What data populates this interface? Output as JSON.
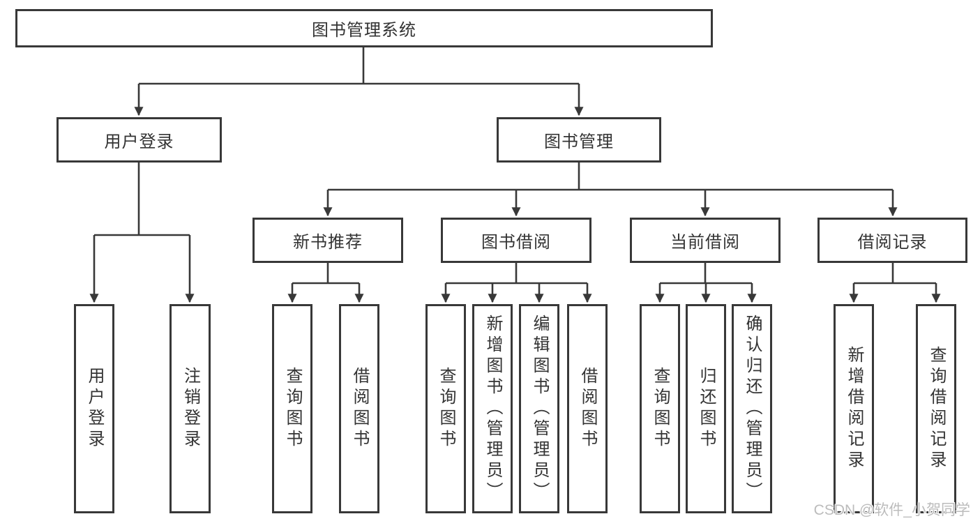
{
  "tree": {
    "label": "图书管理系统",
    "children": [
      {
        "label": "用户登录",
        "children": [
          {
            "label": "用户登录"
          },
          {
            "label": "注销登录"
          }
        ]
      },
      {
        "label": "图书管理",
        "children": [
          {
            "label": "新书推荐",
            "children": [
              {
                "label": "查询图书"
              },
              {
                "label": "借阅图书"
              }
            ]
          },
          {
            "label": "图书借阅",
            "children": [
              {
                "label": "查询图书"
              },
              {
                "label": "新增图书（管理员）"
              },
              {
                "label": "编辑图书（管理员）"
              },
              {
                "label": "借阅图书"
              }
            ]
          },
          {
            "label": "当前借阅",
            "children": [
              {
                "label": "查询图书"
              },
              {
                "label": "归还图书"
              },
              {
                "label": "确认归还（管理员）"
              }
            ]
          },
          {
            "label": "借阅记录",
            "children": [
              {
                "label": "新增借阅记录"
              },
              {
                "label": "查询借阅记录"
              }
            ]
          }
        ]
      }
    ]
  },
  "watermark": {
    "text": "CSDN @软件_小贺同学"
  },
  "colors": {
    "line": "#383838",
    "text": "#333333",
    "background": "#ffffff",
    "watermark": "#bcbcbc"
  }
}
